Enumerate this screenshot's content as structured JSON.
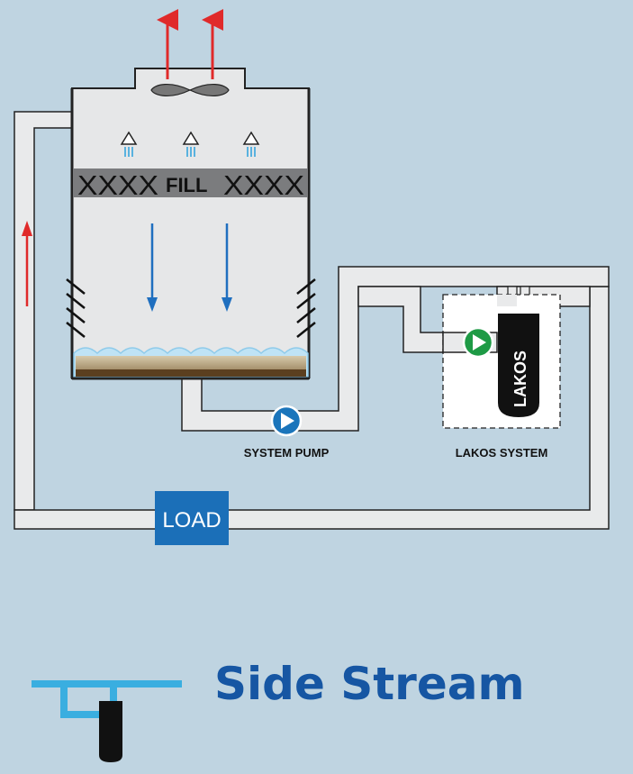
{
  "tower": {
    "fill_label": "FILL",
    "fill_marks_left": "XXXX",
    "fill_marks_right": "XXXX"
  },
  "labels": {
    "system_pump": "SYSTEM PUMP",
    "lakos_system": "LAKOS SYSTEM",
    "load": "LOAD",
    "lakos_brand": "LAKOS"
  },
  "title": "Side Stream",
  "colors": {
    "background": "#bfd4e1",
    "pipe_fill": "#e9eaeb",
    "pipe_outline": "#222222",
    "air_arrow": "#e02a2a",
    "water_arrow": "#1f6fbf",
    "system_pump": "#1b75bb",
    "lakos_pump": "#1e9a45",
    "load_box": "#1b6fb8",
    "title_text": "#1656a3",
    "icon_blue": "#3aaee0"
  },
  "icons": [
    "fan-icon",
    "spray-nozzle-icon",
    "pump-icon",
    "separator-icon",
    "side-stream-icon"
  ]
}
